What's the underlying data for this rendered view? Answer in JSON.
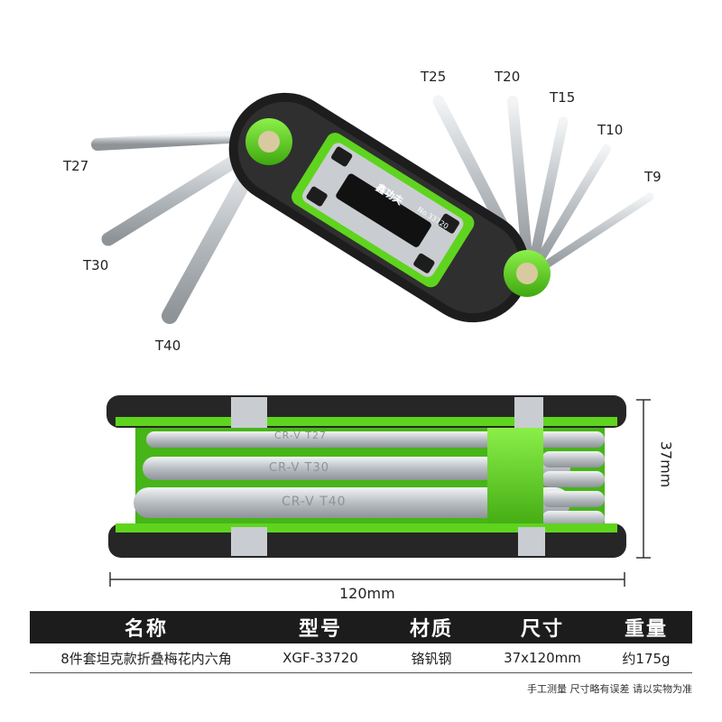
{
  "colors": {
    "accent_green": "#5fd41e",
    "handle_black": "#2a2a2a",
    "steel": "#c9cdd1",
    "header_bg": "#1c1c1c"
  },
  "icons": {
    "top_tool": "folding-torx-key-set-open",
    "bottom_tool": "folding-torx-key-set-closed"
  },
  "top_labels": [
    "T25",
    "T20",
    "T15",
    "T10",
    "T9",
    "T27",
    "T30",
    "T40"
  ],
  "shaft_engravings": [
    "CR-V T27",
    "CR-V T30",
    "CR-V T40"
  ],
  "brand": {
    "name": "鑫功夫",
    "model_small": "No.33720"
  },
  "dimensions": {
    "width": "120mm",
    "height": "37mm"
  },
  "table": {
    "headers": [
      "名称",
      "型号",
      "材质",
      "尺寸",
      "重量"
    ],
    "row": [
      "8件套坦克款折叠梅花内六角",
      "XGF-33720",
      "铬钒钢",
      "37x120mm",
      "约175g"
    ]
  },
  "note": "手工测量 尺寸略有误差 请以实物为准"
}
